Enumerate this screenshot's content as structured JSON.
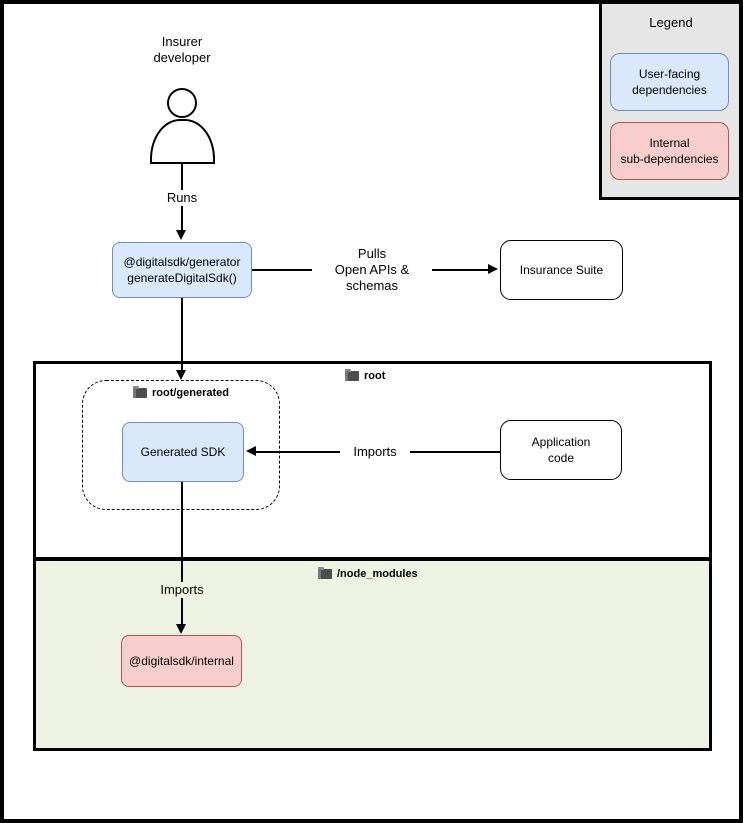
{
  "legend": {
    "title": "Legend",
    "user_facing_label": "User-facing\ndependencies",
    "internal_label": "Internal\nsub-dependencies"
  },
  "actor": {
    "label": "Insurer\ndeveloper"
  },
  "nodes": {
    "generator": "@digitalsdk/generator\ngenerateDigitalSdk()",
    "insurance_suite": "Insurance Suite",
    "generated_sdk": "Generated SDK",
    "application_code": "Application\ncode",
    "internal_pkg": "@digitalsdk/internal"
  },
  "containers": {
    "root": "root",
    "root_generated": "root/generated",
    "node_modules": "/node_modules"
  },
  "edges": {
    "runs": "Runs",
    "pulls": "Pulls\nOpen APIs &\nschemas",
    "imports_app": "Imports",
    "imports_internal": "Imports"
  },
  "colors": {
    "user_facing_fill": "#dae8fc",
    "user_facing_stroke": "#6c8ebf",
    "internal_fill": "#f8cecc",
    "internal_stroke": "#b85450",
    "node_modules_fill": "#eef2e3",
    "legend_fill": "#e6e6e6",
    "line": "#000000"
  }
}
